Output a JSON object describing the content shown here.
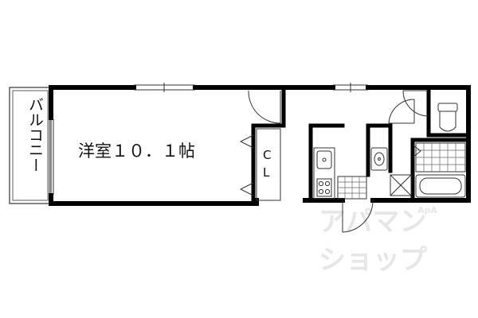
{
  "rooms": {
    "western_room": "洋室１０．１帖",
    "closet": "CL",
    "balcony": "バルコニー"
  },
  "watermark": {
    "line1": "アパマン",
    "line2": "ショップ",
    "mark": "ApA"
  },
  "colors": {
    "wall": "#000000",
    "line": "#333333",
    "watermark": "#e6e6e6",
    "background": "#ffffff"
  }
}
